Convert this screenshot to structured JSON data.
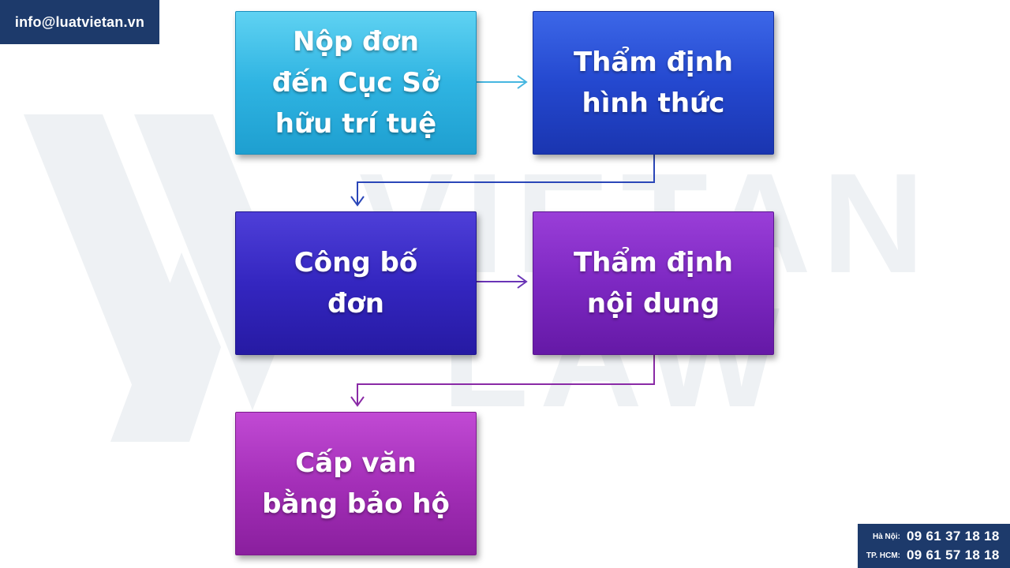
{
  "header": {
    "email": "info@luatvietan.vn"
  },
  "watermark": {
    "line1": "VIETAN",
    "line2": "LAW"
  },
  "flow": {
    "steps": [
      {
        "lines": [
          "Nộp đơn",
          "đến Cục Sở",
          "hữu trí tuệ"
        ],
        "color": "#2fb4e2"
      },
      {
        "lines": [
          "Thẩm định",
          "hình thức"
        ],
        "color": "#2448cf"
      },
      {
        "lines": [
          "Công bố",
          "đơn"
        ],
        "color": "#3426c0"
      },
      {
        "lines": [
          "Thẩm định",
          "nội dung"
        ],
        "color": "#7d28c2"
      },
      {
        "lines": [
          "Cấp văn",
          "bằng bảo hộ"
        ],
        "color": "#a42fb8"
      }
    ]
  },
  "contact": {
    "hanoi_label": "Hà Nội:",
    "hanoi_phone": "09 61 37 18 18",
    "hcm_label": "TP. HCM:",
    "hcm_phone": "09 61 57 18 18"
  }
}
